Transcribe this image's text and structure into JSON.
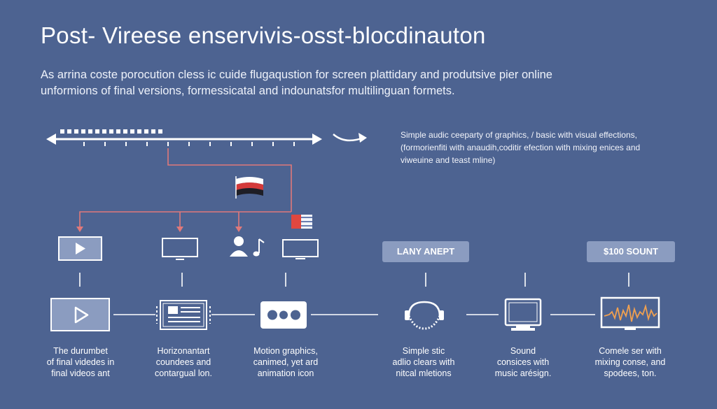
{
  "title": "Post- Vireese enservivis-osst-blocdinauton",
  "subtitle": {
    "line1": "As arrina coste porocution cless ic cuide flugaqustion for screen plattidary and produtsive pier online",
    "line2": "unformions of final versions, formessicatal and indounatsfor multilinguan formets."
  },
  "note": {
    "line1": "Simple audic ceeparty of graphics, / basic with visual effections,",
    "line2": "(formorienfiti with anaudih,coditir efection with mixing enices and",
    "line3": "viweuine and teast mline)"
  },
  "pills": {
    "left": "LANY ANEPT",
    "right": "$100 SOUNT"
  },
  "captions": [
    {
      "lines": [
        "The durumbet",
        "of final videdes in",
        "final videos ant"
      ]
    },
    {
      "lines": [
        "Horizonantart",
        "coundees and",
        "contargual lon."
      ]
    },
    {
      "lines": [
        "Motion graphics,",
        "canimed, yet ard",
        "animation icon"
      ]
    },
    {
      "lines": [
        "Simple stic",
        "adlio clears with",
        "nitcal mletions"
      ]
    },
    {
      "lines": [
        "Sound",
        "consices with",
        "music arésign."
      ]
    },
    {
      "lines": [
        "Comele ser with",
        "mixing conse, and",
        "spodees, ton."
      ]
    }
  ],
  "colors": {
    "background": "#4d6391",
    "accent_connector": "#e0797a",
    "panel_fill": "#8b9cc0",
    "line": "#ffffff"
  },
  "icons": [
    "play-icon",
    "monitor-icon",
    "person-icon",
    "music-note-icon",
    "flag-icon",
    "timeline-icon",
    "arrow-right-icon",
    "horizontal-layout-icon",
    "motion-graphics-icon",
    "headphones-icon",
    "computer-monitor-icon",
    "waveform-monitor-icon"
  ]
}
